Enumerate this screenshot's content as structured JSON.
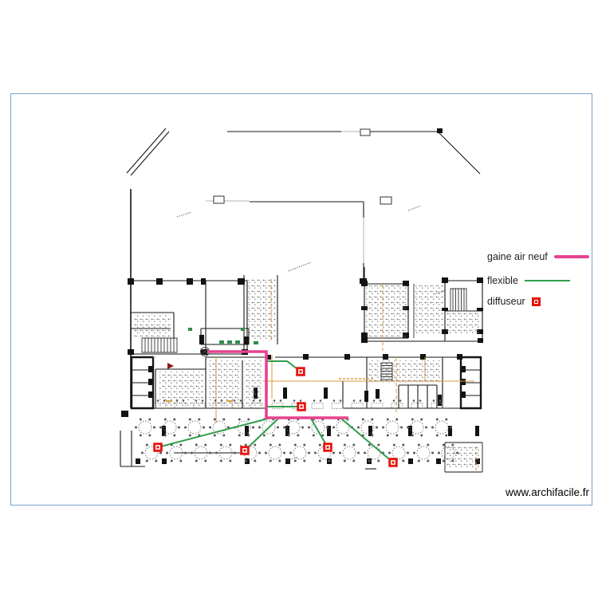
{
  "canvas": {
    "background": "#ffffff",
    "frame_color": "#79a3c9"
  },
  "legend": {
    "items": [
      {
        "id": "gaine-air-neuf",
        "label": "gaine air neuf",
        "swatch": "line",
        "color": "#e7438f"
      },
      {
        "id": "flexible",
        "label": "flexible",
        "swatch": "line",
        "color": "#2f9e4a"
      },
      {
        "id": "diffuseur",
        "label": "diffuseur",
        "swatch": "square",
        "color": "#e71410"
      }
    ]
  },
  "watermark": {
    "text": "www.archifacile.fr"
  },
  "overlay": {
    "duct": {
      "name": "gaine air neuf",
      "color": "#e7438f",
      "width": 3.6,
      "points": [
        [
          260,
          441
        ],
        [
          334,
          441
        ],
        [
          334,
          524
        ],
        [
          437,
          524
        ]
      ]
    },
    "flexibles": {
      "name": "flexible",
      "color": "#2f9e4a",
      "width": 2,
      "paths": [
        [
          [
            334,
            453
          ],
          [
            360,
            453
          ],
          [
            377,
            466
          ]
        ],
        [
          [
            334,
            510
          ],
          [
            378,
            510
          ]
        ],
        [
          [
            336,
            525
          ],
          [
            198,
            561
          ]
        ],
        [
          [
            349,
            525
          ],
          [
            307,
            565
          ]
        ],
        [
          [
            390,
            525
          ],
          [
            411,
            561
          ]
        ],
        [
          [
            428,
            525
          ],
          [
            493,
            580
          ]
        ]
      ]
    },
    "diffusers": {
      "name": "diffuseur",
      "color": "#e71410",
      "size": 11.5,
      "positions": [
        [
          377,
          466
        ],
        [
          378,
          510
        ],
        [
          198,
          561
        ],
        [
          307,
          565
        ],
        [
          411,
          561
        ],
        [
          493,
          580
        ]
      ]
    }
  }
}
